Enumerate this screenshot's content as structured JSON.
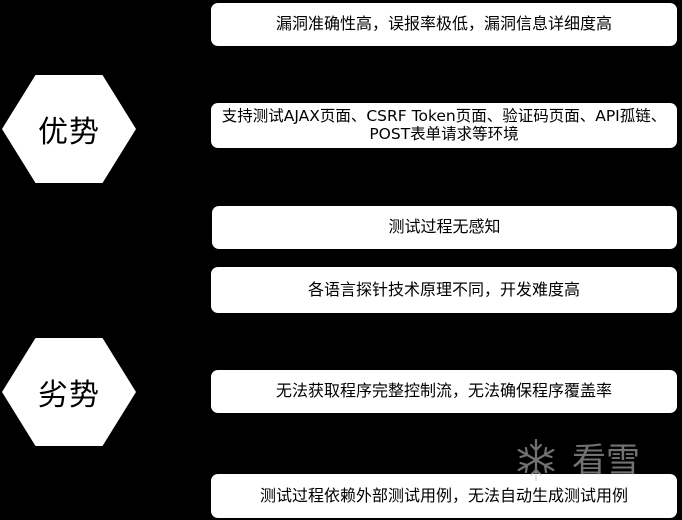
{
  "categories": {
    "advantages": "优势",
    "disadvantages": "劣势"
  },
  "advantages": [
    "漏洞准确性高，误报率极低，漏洞信息详细度高",
    "支持测试AJAX页面、CSRF Token页面、验证码页面、API孤链、POST表单请求等环境",
    "测试过程无感知"
  ],
  "disadvantages": [
    "各语言探针技术原理不同，开发难度高",
    "无法获取程序完整控制流，无法确保程序覆盖率",
    "测试过程依赖外部测试用例，无法自动生成测试用例"
  ],
  "watermark": {
    "text": "看雪",
    "icon": "snowflake-logo-icon"
  },
  "colors": {
    "background": "#000000",
    "shape": "#ffffff",
    "text": "#000000"
  }
}
